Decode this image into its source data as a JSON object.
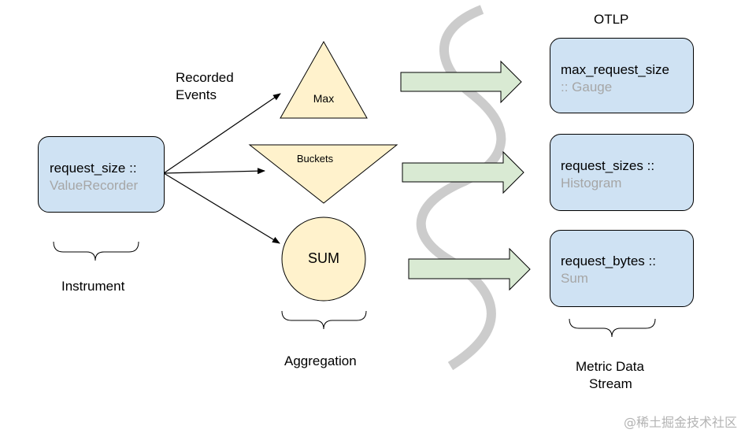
{
  "title": "OTLP",
  "instrument": {
    "name": "request_size ::",
    "type": "ValueRecorder",
    "caption": "Instrument"
  },
  "events_label_line1": "Recorded",
  "events_label_line2": "Events",
  "aggregations": {
    "max": "Max",
    "buckets": "Buckets",
    "sum": "SUM",
    "caption": "Aggregation"
  },
  "streams": [
    {
      "name": "max_request_size",
      "type": ":: Gauge"
    },
    {
      "name": "request_sizes ::",
      "type": "Histogram"
    },
    {
      "name": "request_bytes ::",
      "type": "Sum"
    }
  ],
  "streams_caption_line1": "Metric Data",
  "streams_caption_line2": "Stream",
  "watermark": "@稀土掘金技术社区",
  "colors": {
    "box_fill": "#cfe2f3",
    "shape_fill": "#fff2cc",
    "arrow_fill": "#d9ead3",
    "type_text": "#a6a6a6",
    "wave": "#cccccc"
  }
}
